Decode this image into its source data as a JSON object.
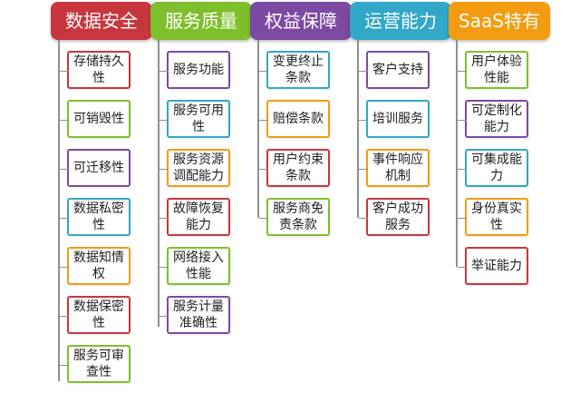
{
  "colors": {
    "connector": "#8f8f8f",
    "text": "#1f1f1f",
    "header_text": "#ffffff"
  },
  "columns": [
    {
      "title": "数据安全",
      "accent": "#c8363d",
      "items": [
        "存储持久性",
        "可销毁性",
        "可迁移性",
        "数据私密性",
        "数据知情权",
        "数据保密性",
        "服务可审查性"
      ],
      "item_borders": [
        "#c8363d",
        "#7fbf2b",
        "#7d4aa3",
        "#32a7c7",
        "#f39c12",
        "#c8363d",
        "#7fbf2b"
      ]
    },
    {
      "title": "服务质量",
      "accent": "#7fbf2b",
      "items": [
        "服务功能",
        "服务可用性",
        "服务资源调配能力",
        "故障恢复能力",
        "网络接入性能",
        "服务计量准确性"
      ],
      "item_borders": [
        "#7d4aa3",
        "#32a7c7",
        "#f39c12",
        "#c8363d",
        "#7fbf2b",
        "#7d4aa3"
      ]
    },
    {
      "title": "权益保障",
      "accent": "#7d4aa3",
      "items": [
        "变更终止条款",
        "赔偿条款",
        "用户约束条款",
        "服务商免责条款"
      ],
      "item_borders": [
        "#32a7c7",
        "#f39c12",
        "#c8363d",
        "#7fbf2b"
      ]
    },
    {
      "title": "运营能力",
      "accent": "#32a7c7",
      "items": [
        "客户支持",
        "培训服务",
        "事件响应机制",
        "客户成功服务"
      ],
      "item_borders": [
        "#7d4aa3",
        "#32a7c7",
        "#f39c12",
        "#c8363d"
      ]
    },
    {
      "title": "SaaS特有",
      "accent": "#f39c12",
      "items": [
        "用户体验性能",
        "可定制化能力",
        "可集成能力",
        "身份真实性",
        "举证能力"
      ],
      "item_borders": [
        "#7fbf2b",
        "#7d4aa3",
        "#32a7c7",
        "#f39c12",
        "#c8363d"
      ]
    }
  ]
}
